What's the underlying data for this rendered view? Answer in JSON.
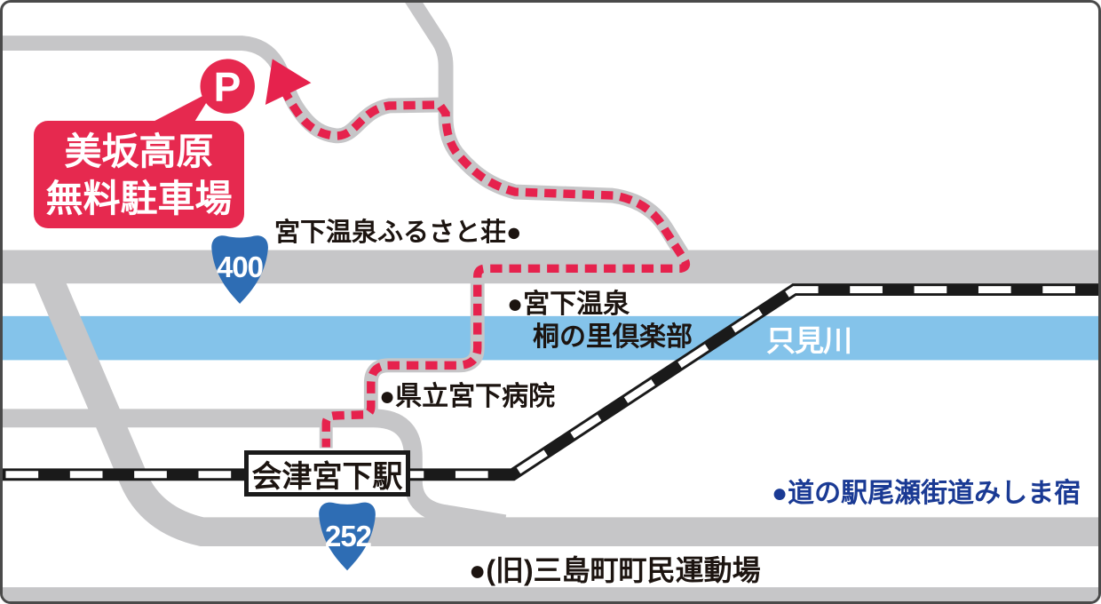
{
  "map": {
    "callout": {
      "parking_symbol": "P",
      "name_line1": "美坂高原",
      "name_line2": "無料駐車場"
    },
    "shields": {
      "national_route_400": "400",
      "national_route_252": "252"
    },
    "labels": {
      "furusato_lodge": "宮下温泉ふるさと荘●",
      "onsen_club_line1": "●宮下温泉",
      "onsen_club_line2": "桐の里倶楽部",
      "hospital": "●県立宮下病院",
      "station": "会津宮下駅",
      "river": "只見川",
      "roadside_station": "●道の駅尾瀬街道みしま宿",
      "sports_ground": "●(旧)三島町町民運動場"
    },
    "colors": {
      "route_red": "#e6224d",
      "road_gray": "#c6c6c8",
      "river_blue": "#84c3ea",
      "shield_blue": "#2e6db4",
      "rail_black": "#1a1a1a",
      "navy_text": "#1a3a94",
      "label_black": "#1c1410"
    }
  }
}
